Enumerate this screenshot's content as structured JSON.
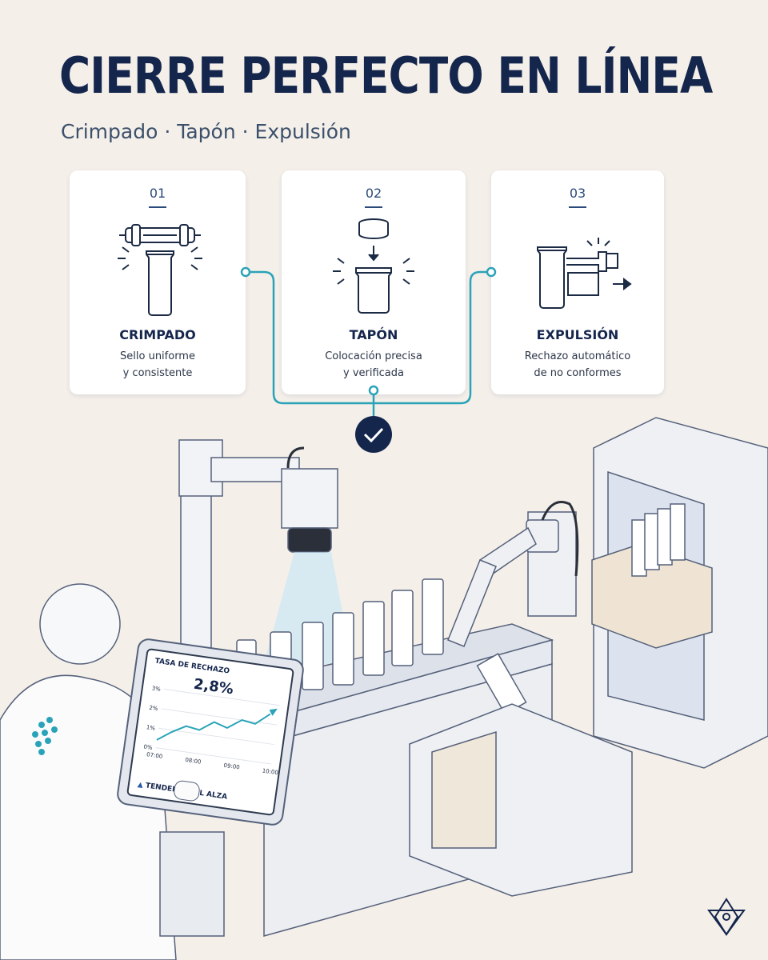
{
  "header": {
    "title": "CIERRE PERFECTO EN LÍNEA",
    "subtitle": "Crimpado · Tapón · Expulsión"
  },
  "steps": [
    {
      "number": "01",
      "title": "CRIMPADO",
      "desc_line1": "Sello uniforme",
      "desc_line2": "y consistente",
      "icon": "crimp-rollers-icon"
    },
    {
      "number": "02",
      "title": "TAPÓN",
      "desc_line1": "Colocación precisa",
      "desc_line2": "y verificada",
      "icon": "cap-placement-icon"
    },
    {
      "number": "03",
      "title": "EXPULSIÓN",
      "desc_line1": "Rechazo automático",
      "desc_line2": "de no conformes",
      "icon": "ejection-icon"
    }
  ],
  "monitor": {
    "label": "TASA DE RECHAZO",
    "value": "2,8%",
    "alert": "TENDENCIA AL ALZA",
    "y_ticks": [
      "3%",
      "2%",
      "1%",
      "0%"
    ],
    "x_ticks": [
      "07:00",
      "08:00",
      "09:00",
      "10:00"
    ]
  },
  "chart_data": {
    "type": "line",
    "title": "TASA DE RECHAZO",
    "x": [
      "07:00",
      "08:00",
      "09:00",
      "10:00"
    ],
    "series": [
      {
        "values": [
          0.4,
          0.9,
          1.3,
          1.2,
          1.7,
          1.5,
          2.0,
          1.9,
          2.5
        ]
      }
    ],
    "ylim": [
      0,
      3
    ],
    "ylabel": "",
    "xlabel": ""
  },
  "colors": {
    "navy": "#15264d",
    "accent_teal": "#2aa3b8",
    "background": "#f4efe9",
    "card": "#ffffff",
    "camera_light": "#bfe3f7"
  }
}
